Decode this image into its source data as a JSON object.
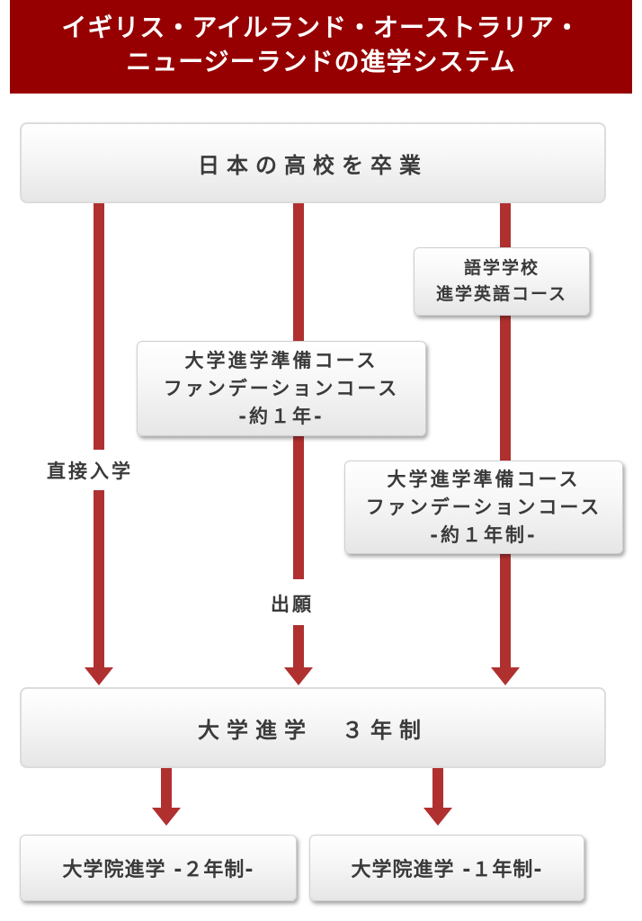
{
  "title": {
    "line1": "イギリス・アイルランド・オーストラリア・",
    "line2": "ニュージーランドの進学システム"
  },
  "colors": {
    "banner": "#960000",
    "arrow": "#b03030",
    "text": "#3a3a3a"
  },
  "nodes": {
    "start": "日本の高校を卒業",
    "language_school": {
      "line1": "語学学校",
      "line2": "進学英語コース"
    },
    "foundation_middle": {
      "line1": "大学進学準備コース",
      "line2": "ファンデーションコース",
      "line3": "-約１年-"
    },
    "foundation_right": {
      "line1": "大学進学準備コース",
      "line2": "ファンデーションコース",
      "line3": "-約１年制-"
    },
    "university": "大学進学　３年制",
    "grad_2yr": "大学院進学 -２年制-",
    "grad_1yr": "大学院進学 -１年制-"
  },
  "edge_labels": {
    "direct": "直接入学",
    "apply": "出願"
  }
}
